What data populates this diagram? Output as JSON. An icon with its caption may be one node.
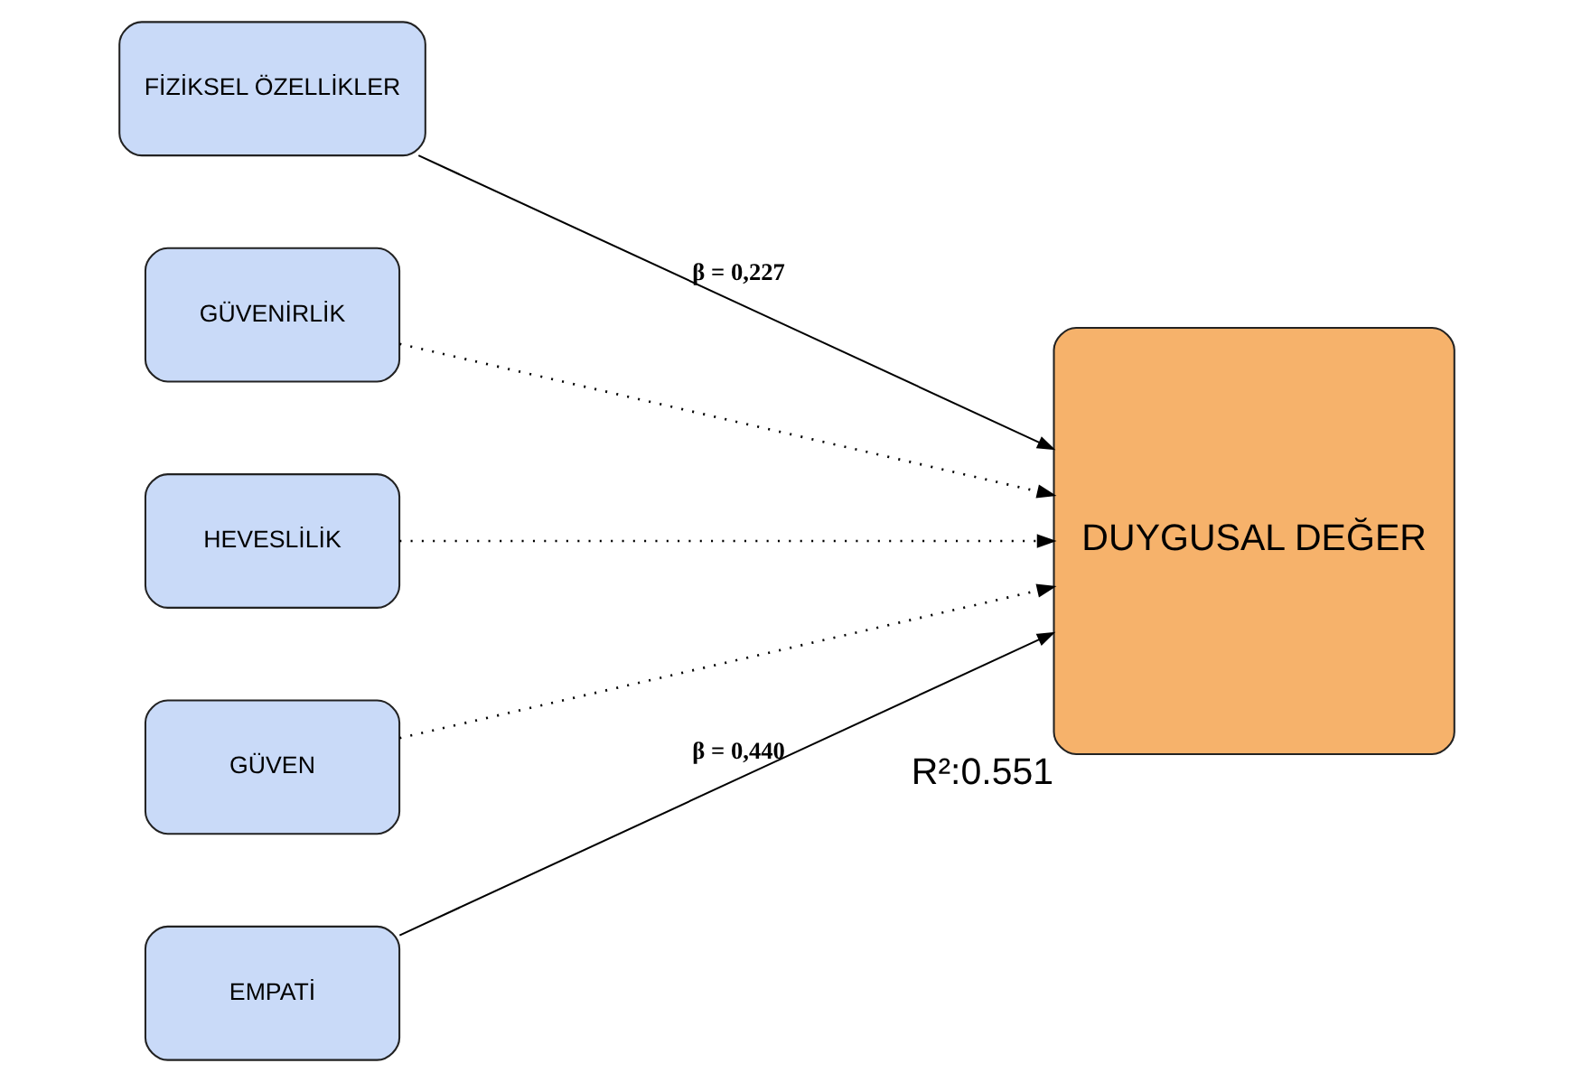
{
  "diagram": {
    "nodes": [
      {
        "text": [
          "FİZİKSEL ÖZELLİKLER"
        ]
      },
      {
        "text": [
          "GÜVENİRLİK"
        ]
      },
      {
        "text": [
          "HEVESLİLİK"
        ]
      },
      {
        "text": [
          "GÜVEN"
        ]
      },
      {
        "text": [
          "EMPATİ"
        ]
      },
      {
        "text": [
          "DUYGUSAL DEĞER"
        ],
        "beside": [
          "R²:0.551"
        ]
      }
    ],
    "edges": [
      {
        "from": 0,
        "to": 5,
        "arrow": "to",
        "label": "β = 0,227"
      },
      {
        "from": 1,
        "to": 5,
        "arrow": "to",
        "style": "dashed"
      },
      {
        "from": 2,
        "to": 5,
        "arrow": "to",
        "style": "dashed"
      },
      {
        "from": 3,
        "to": 5,
        "arrow": "to",
        "style": "dashed"
      },
      {
        "from": 4,
        "to": 5,
        "arrow": "to",
        "label": "β = 0,440"
      }
    ]
  }
}
